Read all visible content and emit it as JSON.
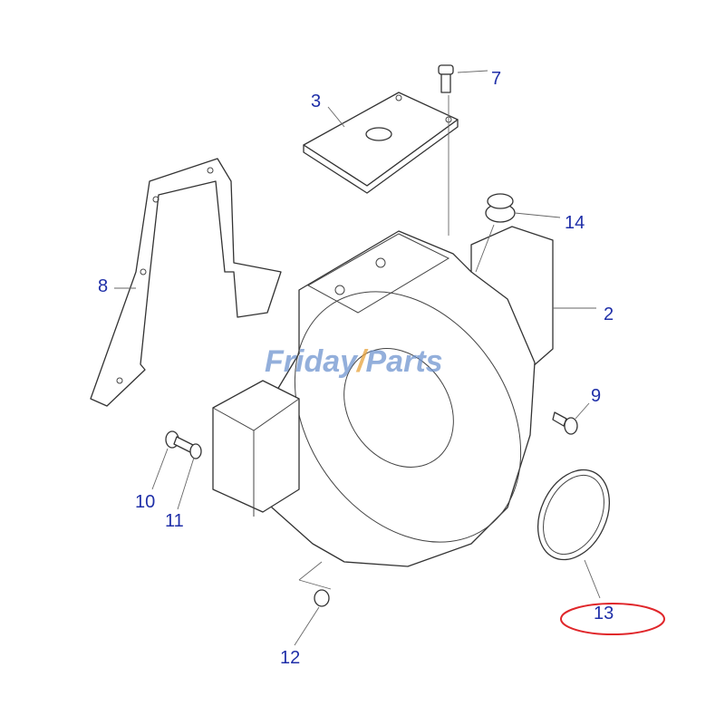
{
  "callouts": [
    "7",
    "3",
    "14",
    "8",
    "2",
    "9",
    "10",
    "11",
    "13",
    "12"
  ],
  "watermark": "FridayParts",
  "highlight": {
    "callout": "13",
    "color": "#e0262a"
  },
  "label_color": "#1f2fa8"
}
